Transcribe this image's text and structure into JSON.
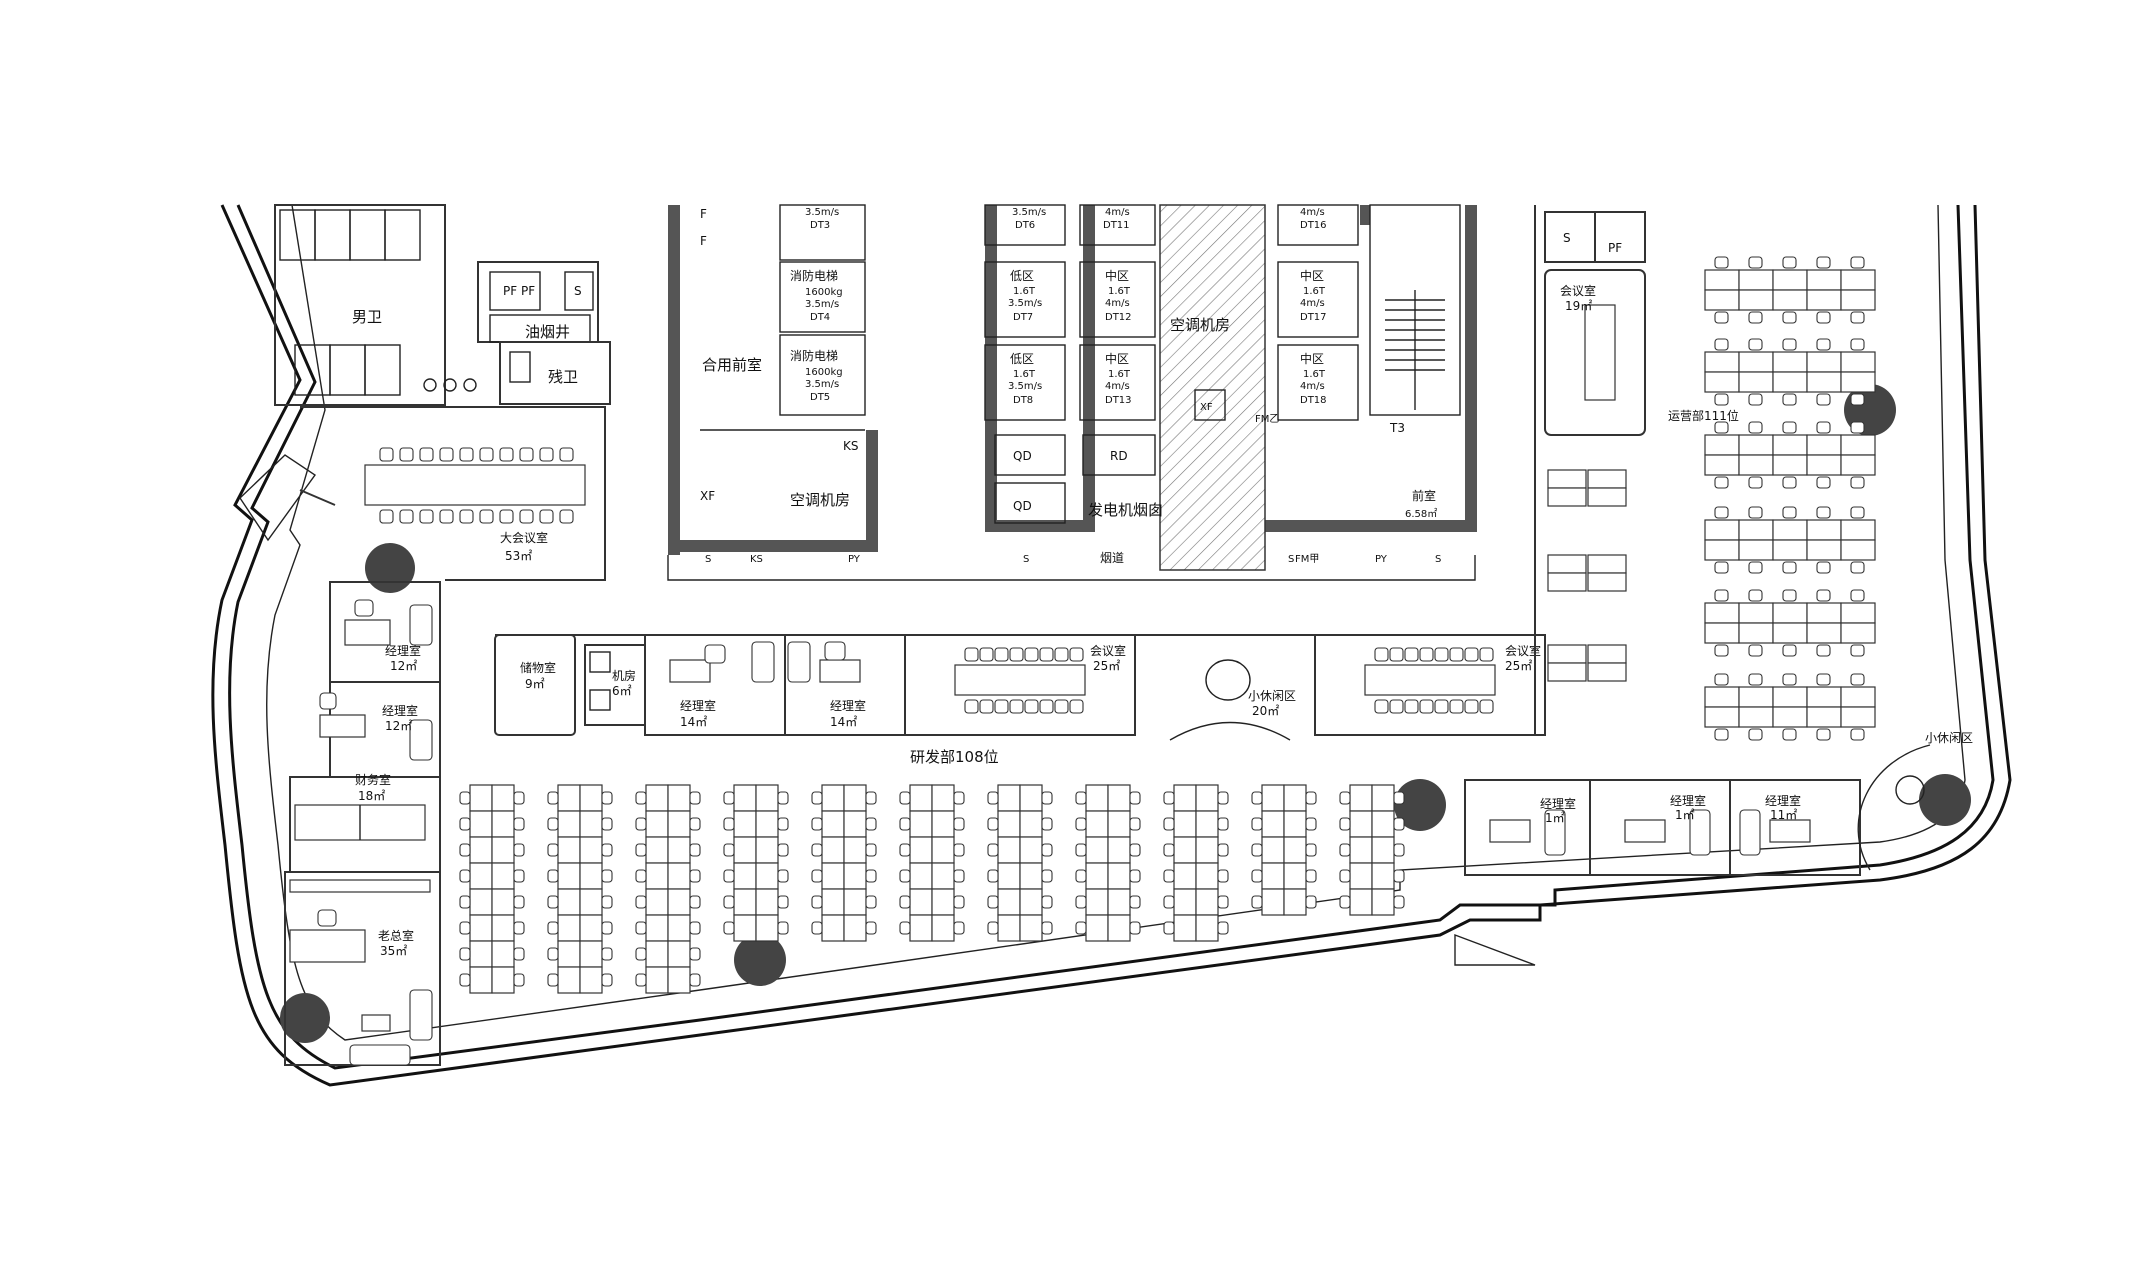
{
  "rooms": {
    "mens_wc": "男卫",
    "accessible_wc": "残卫",
    "smoke_shaft": "油烟井",
    "pf": "PF PF",
    "s": "S",
    "pf_right": "PF",
    "big_meeting": "大会议室",
    "big_meeting_area": "53㎡",
    "mgr1": "经理室",
    "mgr1_area": "12㎡",
    "mgr2": "经理室",
    "mgr2_area": "12㎡",
    "finance": "财务室",
    "finance_area": "18㎡",
    "ceo": "老总室",
    "ceo_area": "35㎡",
    "storage": "储物室",
    "storage_area": "9㎡",
    "machine": "机房",
    "machine_area": "6㎡",
    "mgr3": "经理室",
    "mgr3_area": "14㎡",
    "mgr4": "经理室",
    "mgr4_area": "14㎡",
    "meeting_a": "会议室",
    "meeting_a_area": "25㎡",
    "lounge": "小休闲区",
    "lounge_area": "20㎡",
    "meeting_b": "会议室",
    "meeting_b_area": "25㎡",
    "meeting_c": "会议室",
    "meeting_c_area": "19㎡",
    "ops_dept": "运营部111位",
    "rd_dept": "研发部108位",
    "lounge_small": "小休闲区",
    "mgr5": "经理室",
    "mgr5_area": "1㎡",
    "mgr6": "经理室",
    "mgr6_area": "1㎡",
    "mgr7": "经理室",
    "mgr7_area": "11㎡"
  },
  "core": {
    "shared_lobby": "合用前室",
    "fire_lift1": "消防电梯",
    "fire_lift1_spec": "1600kg",
    "fire_lift1_speed": "3.5m/s",
    "fire_lift1_id": "DT4",
    "fire_lift2": "消防电梯",
    "fire_lift2_spec": "1600kg",
    "fire_lift2_speed": "3.5m/s",
    "fire_lift2_id": "DT5",
    "dt3_speed": "3.5m/s",
    "dt3_id": "DT3",
    "ac_room_left": "空调机房",
    "ks1": "KS",
    "ks2": "KS",
    "xf1": "XF",
    "xf2": "XF",
    "f1": "F",
    "f2": "F",
    "s1": "S",
    "s2": "S",
    "s3": "S",
    "s4": "S",
    "py1": "PY",
    "py2": "PY",
    "low1": "低区",
    "low1_spec": "1.6T",
    "low1_speed": "3.5m/s",
    "low1_id": "DT7",
    "low2": "低区",
    "low2_spec": "1.6T",
    "low2_speed": "3.5m/s",
    "low2_id": "DT8",
    "dt6_speed": "3.5m/s",
    "dt6_id": "DT6",
    "mid1": "中区",
    "mid1_spec": "1.6T",
    "mid1_speed": "4m/s",
    "mid1_id": "DT12",
    "mid2": "中区",
    "mid2_spec": "1.6T",
    "mid2_speed": "4m/s",
    "mid2_id": "DT13",
    "dt11_speed": "4m/s",
    "dt11_id": "DT11",
    "ac_room_mid": "空调机房",
    "mid3": "中区",
    "mid3_spec": "1.6T",
    "mid3_speed": "4m/s",
    "mid3_id": "DT17",
    "mid4": "中区",
    "mid4_spec": "1.6T",
    "mid4_speed": "4m/s",
    "mid4_id": "DT18",
    "dt16_speed": "4m/s",
    "dt16_id": "DT16",
    "qd1": "QD",
    "qd2": "QD",
    "rd": "RD",
    "generator": "发电机烟囱",
    "flue": "烟道",
    "t3": "T3",
    "front_room": "前室",
    "front_room_area": "6.58㎡",
    "fm1": "FM乙",
    "fm2": "FM甲"
  },
  "colors": {
    "wall": "#111111",
    "core_fill": "#555555",
    "column": "#444444",
    "hatch": "#777777"
  }
}
